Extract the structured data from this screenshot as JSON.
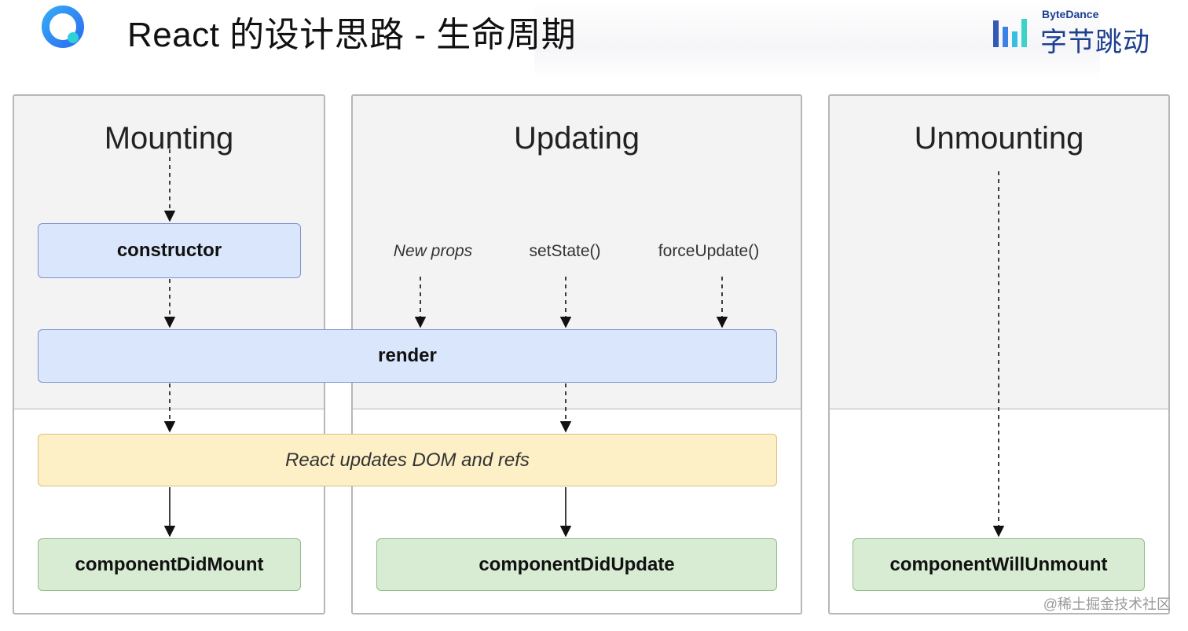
{
  "header": {
    "title": "React 的设计思路 - 生命周期",
    "brand_en": "ByteDance",
    "brand_cn": "字节跳动",
    "logo_icon": "app-ring-logo-icon",
    "brand_icon": "bytedance-bars-icon"
  },
  "diagram": {
    "phases": {
      "mounting": "Mounting",
      "updating": "Updating",
      "unmounting": "Unmounting"
    },
    "nodes": {
      "constructor": "constructor",
      "render": "render",
      "dom_update": "React updates DOM and refs",
      "did_mount": "componentDidMount",
      "did_update": "componentDidUpdate",
      "will_unmount": "componentWillUnmount"
    },
    "triggers": {
      "new_props": "New props",
      "set_state": "setState()",
      "force_update": "forceUpdate()"
    }
  },
  "watermark": "@稀土掘金技术社区",
  "colors": {
    "blue_fill": "#dae6fb",
    "blue_border": "#7d93cf",
    "yellow_fill": "#fdf0c6",
    "green_fill": "#d7ecd3",
    "panel_top": "#f3f3f3",
    "brand": "#1c3f8f"
  }
}
